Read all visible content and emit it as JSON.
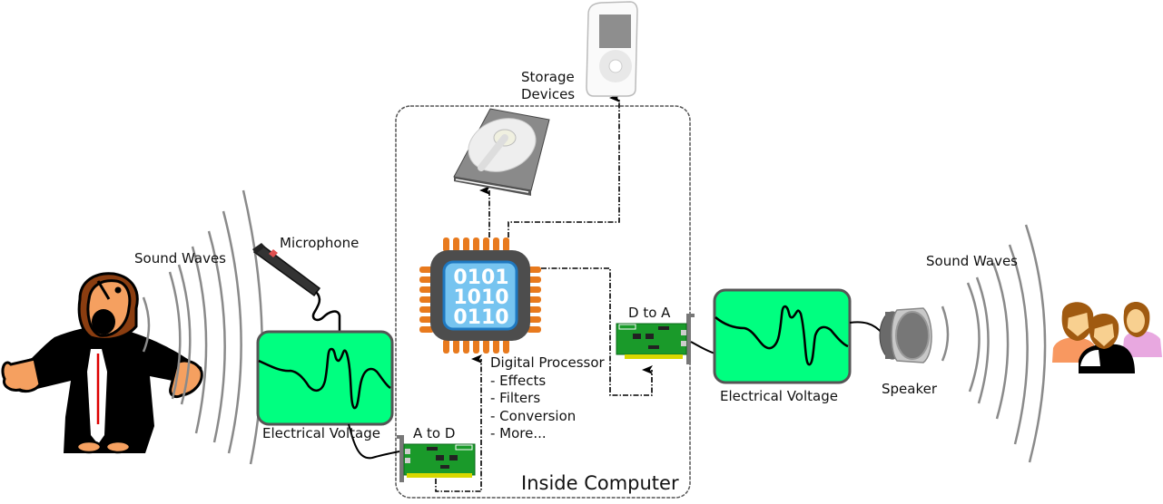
{
  "title": "Digital audio signal chain",
  "labels": {
    "sound_waves_in": "Sound Waves",
    "microphone": "Microphone",
    "voltage_in": "Electrical Voltage",
    "a_to_d": "A to D",
    "storage": [
      "Storage",
      "Devices"
    ],
    "processor_title": "Digital Processor",
    "processor_items": [
      "- Effects",
      "- Filters",
      "- Conversion",
      "- More..."
    ],
    "inside_computer": "Inside Computer",
    "d_to_a": "D to A",
    "voltage_out": "Electrical Voltage",
    "speaker": "Speaker",
    "sound_waves_out": "Sound Waves"
  },
  "chip_text": [
    "0101",
    "1010",
    "0110"
  ],
  "colors": {
    "scope_fill": "#00ff80",
    "scope_border": "#555555",
    "chip_body": "#4d4d4d",
    "chip_pins": "#e87a1e",
    "chip_core": "#76c4f0",
    "chip_core_border": "#1e78c0",
    "pcb": "#1a9a2a",
    "wave": "#8a8a8a",
    "skin": "#f5a060"
  }
}
